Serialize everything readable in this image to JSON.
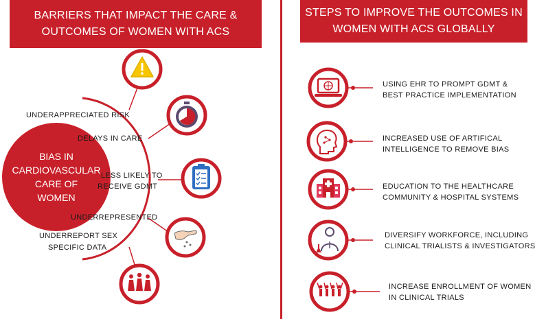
{
  "left_panel": {
    "title_lines": [
      "BARRIERS THAT IMPACT THE CARE &",
      "OUTCOMES OF WOMEN WITH ACS"
    ],
    "center_lines": [
      "BIAS IN",
      "CARDIOVASCULAR",
      "CARE OF",
      "WOMEN"
    ],
    "barriers": [
      {
        "lines": [
          "UNDERAPPRECIATED  RISK"
        ],
        "icon": "warning-icon"
      },
      {
        "lines": [
          "DELAYS IN CARE"
        ],
        "icon": "stopwatch-icon"
      },
      {
        "lines": [
          "LESS LIKELY TO",
          "RECEIVE GDMT"
        ],
        "icon": "clipboard-checklist-icon"
      },
      {
        "lines": [
          "UNDERREPRESENTED"
        ],
        "icon": "pill-hand-icon"
      },
      {
        "lines": [
          "UNDERREPORT  SEX",
          "SPECIFIC DATA"
        ],
        "icon": "women-group-icon"
      }
    ]
  },
  "right_panel": {
    "title_lines": [
      "STEPS TO IMPROVE THE OUTCOMES IN",
      "WOMEN WITH ACS GLOBALLY"
    ],
    "steps": [
      {
        "lines": [
          "USING EHR TO PROMPT GDMT &",
          "BEST PRACTICE IMPLEMENTATION"
        ],
        "icon": "laptop-globe-icon"
      },
      {
        "lines": [
          "INCREASED USE OF ARTIFICAL",
          "INTELLIGENCE TO REMOVE BIAS"
        ],
        "icon": "ai-head-icon"
      },
      {
        "lines": [
          "EDUCATION TO THE HEALTHCARE",
          "COMMUNITY & HOSPITAL SYSTEMS"
        ],
        "icon": "hospital-icon"
      },
      {
        "lines": [
          "DIVERSIFY WORKFORCE, INCLUDING",
          "CLINICAL TRIALISTS & INVESTIGATORS"
        ],
        "icon": "doctor-icon"
      },
      {
        "lines": [
          "INCREASE ENROLLMENT OF WOMEN",
          "IN CLINICAL TRIALS"
        ],
        "icon": "people-cheering-icon"
      }
    ]
  },
  "colors": {
    "accent": "#c8202a",
    "dark_accent": "#a11821",
    "warning_yellow": "#f7c600",
    "icon_purple": "#5a4a6e",
    "icon_blue": "#2f6fc1"
  }
}
